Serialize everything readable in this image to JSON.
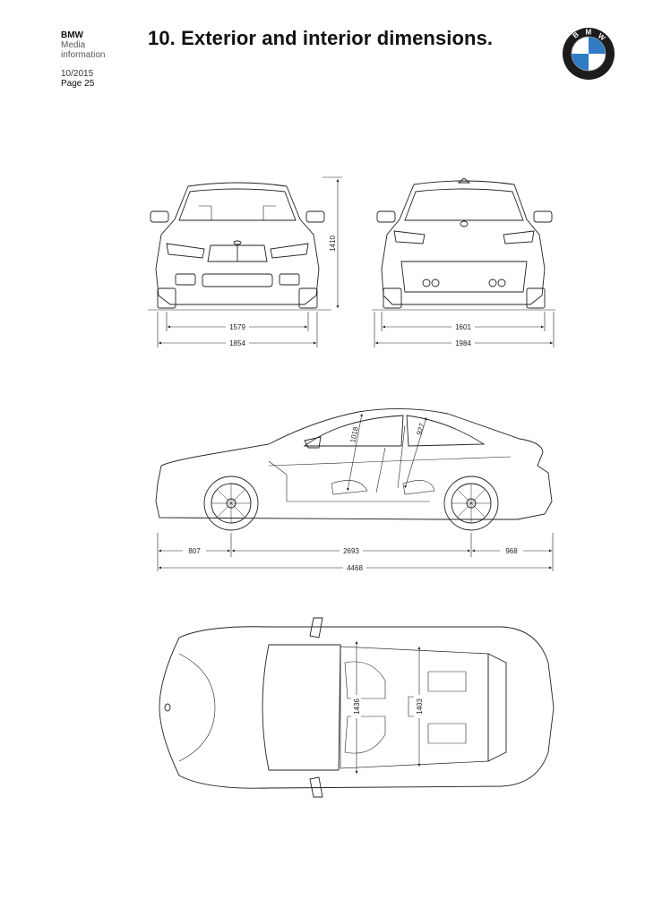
{
  "header": {
    "brand": "BMW",
    "line2": "Media",
    "line3": "information",
    "date": "10/2015",
    "page": "Page 25"
  },
  "title": {
    "number": "10.",
    "text": "Exterior and interior dimensions."
  },
  "logo": {
    "letters": "BMW",
    "icon": "bmw-roundel-icon",
    "colors": {
      "ring": "#1c1c1c",
      "blue": "#2f7bc4",
      "white": "#ffffff"
    }
  },
  "dimensions": {
    "height": "1410",
    "front_track": "1579",
    "front_width": "1854",
    "rear_track": "1601",
    "rear_width_mirrors": "1984",
    "front_overhang": "807",
    "wheelbase": "2693",
    "rear_overhang": "968",
    "length": "4468",
    "headroom_front": "1018",
    "headroom_rear": "927",
    "shoulder_front": "1436",
    "shoulder_rear": "1403"
  }
}
